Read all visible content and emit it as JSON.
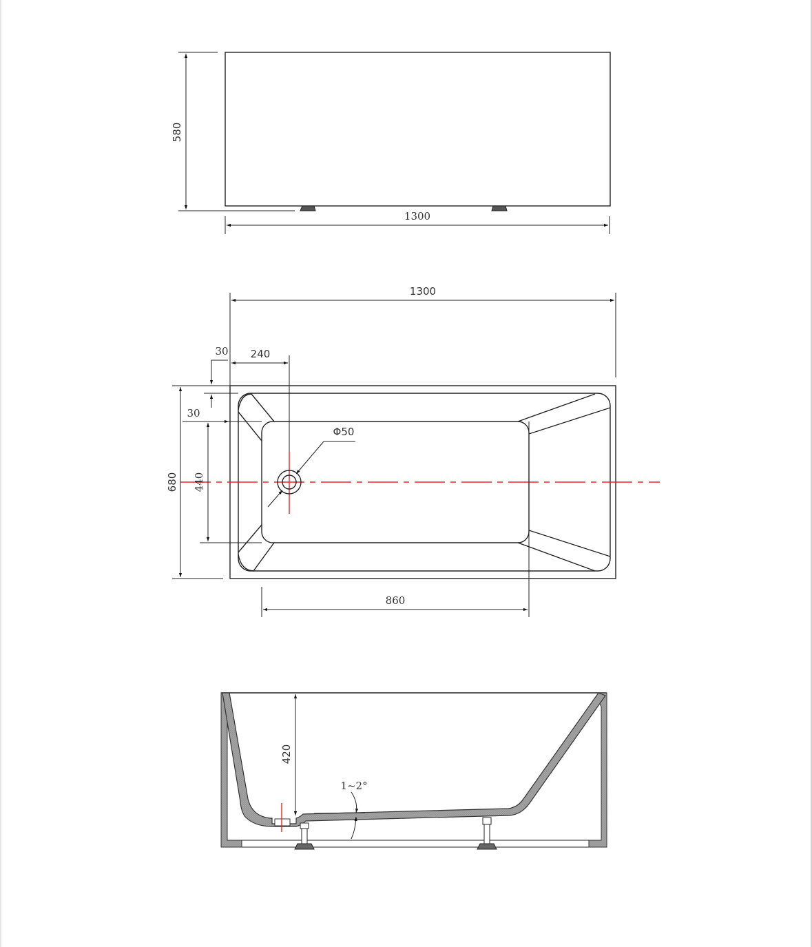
{
  "drawing": {
    "subject": "Freestanding rectangular bathtub",
    "units": "mm",
    "colors": {
      "line": "#222222",
      "centerline": "#e8242b",
      "shell_section": "#9e9e9e",
      "background": "#ffffff"
    }
  },
  "front_view": {
    "height_label": "580",
    "width_label": "1300",
    "feet_count": 2
  },
  "top_view": {
    "overall_width_label": "1300",
    "overall_depth_label": "680",
    "rim_offset_top_label": "30",
    "rim_offset_side_label": "30",
    "drain_offset_label": "240",
    "inner_depth_label": "440",
    "inner_length_label": "860",
    "drain_diameter_label": "Φ50"
  },
  "section_view": {
    "water_depth_label": "420",
    "floor_slope_label": "1~2°",
    "feet_count": 2
  }
}
